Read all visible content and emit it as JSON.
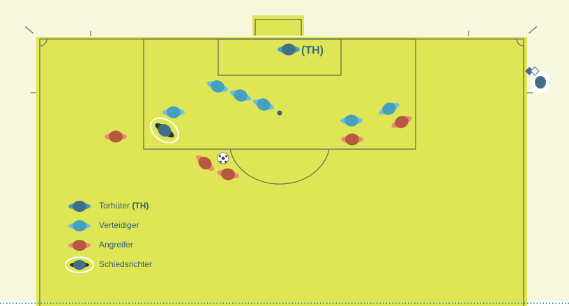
{
  "colors": {
    "background": "#f6f7dc",
    "pitch": "#dfe655",
    "lines": "#6a6f56",
    "goalkeeper": "#426f86",
    "defender": "#45a0bf",
    "attacker": "#b65a3f",
    "attacker_arms": "#ec8b75",
    "referee_ring": "#ffffff",
    "ball": "#ffffff",
    "dotted_edge": "#4a8fb2"
  },
  "diagram": {
    "goalkeeper_tag": "(TH)"
  },
  "legend": {
    "items": [
      {
        "key": "goalkeeper",
        "label": "Torhüter",
        "bold_suffix": "(TH)",
        "icon": "goalkeeper-player-icon"
      },
      {
        "key": "defender",
        "label": "Verteidiger",
        "bold_suffix": "",
        "icon": "defender-player-icon"
      },
      {
        "key": "attacker",
        "label": "Angreifer",
        "bold_suffix": "",
        "icon": "attacker-player-icon"
      },
      {
        "key": "referee",
        "label": "Schiedsrichter",
        "bold_suffix": "",
        "icon": "referee-icon"
      }
    ]
  }
}
